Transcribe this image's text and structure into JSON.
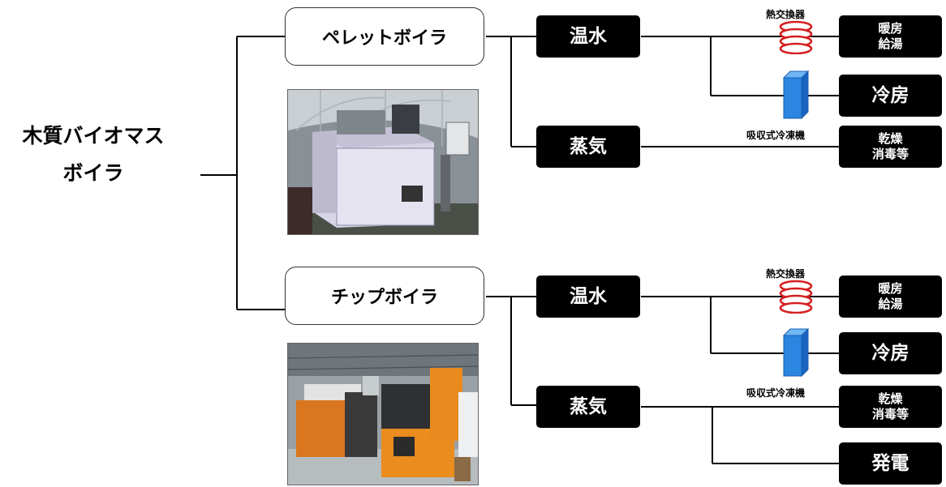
{
  "root": {
    "line1": "木質バイオマス",
    "line2": "ボイラ"
  },
  "branches": [
    {
      "boiler": "ペレットボイラ",
      "hot_water": "温水",
      "steam": "蒸気",
      "heat_exchanger": "熱交換器",
      "absorption_chiller": "吸収式冷凍機",
      "heating": {
        "line1": "暖房",
        "line2": "給湯"
      },
      "cooling": "冷房",
      "drying": {
        "line1": "乾燥",
        "line2": "消毒等"
      }
    },
    {
      "boiler": "チップボイラ",
      "hot_water": "温水",
      "steam": "蒸気",
      "heat_exchanger": "熱交換器",
      "absorption_chiller": "吸収式冷凍機",
      "heating": {
        "line1": "暖房",
        "line2": "給湯"
      },
      "cooling": "冷房",
      "drying": {
        "line1": "乾燥",
        "line2": "消毒等"
      },
      "power": "発電"
    }
  ],
  "colors": {
    "box_dark": "#000000",
    "box_text": "#ffffff",
    "coil": "#d42020",
    "chiller": "#2a86e0",
    "connector": "#000000"
  }
}
